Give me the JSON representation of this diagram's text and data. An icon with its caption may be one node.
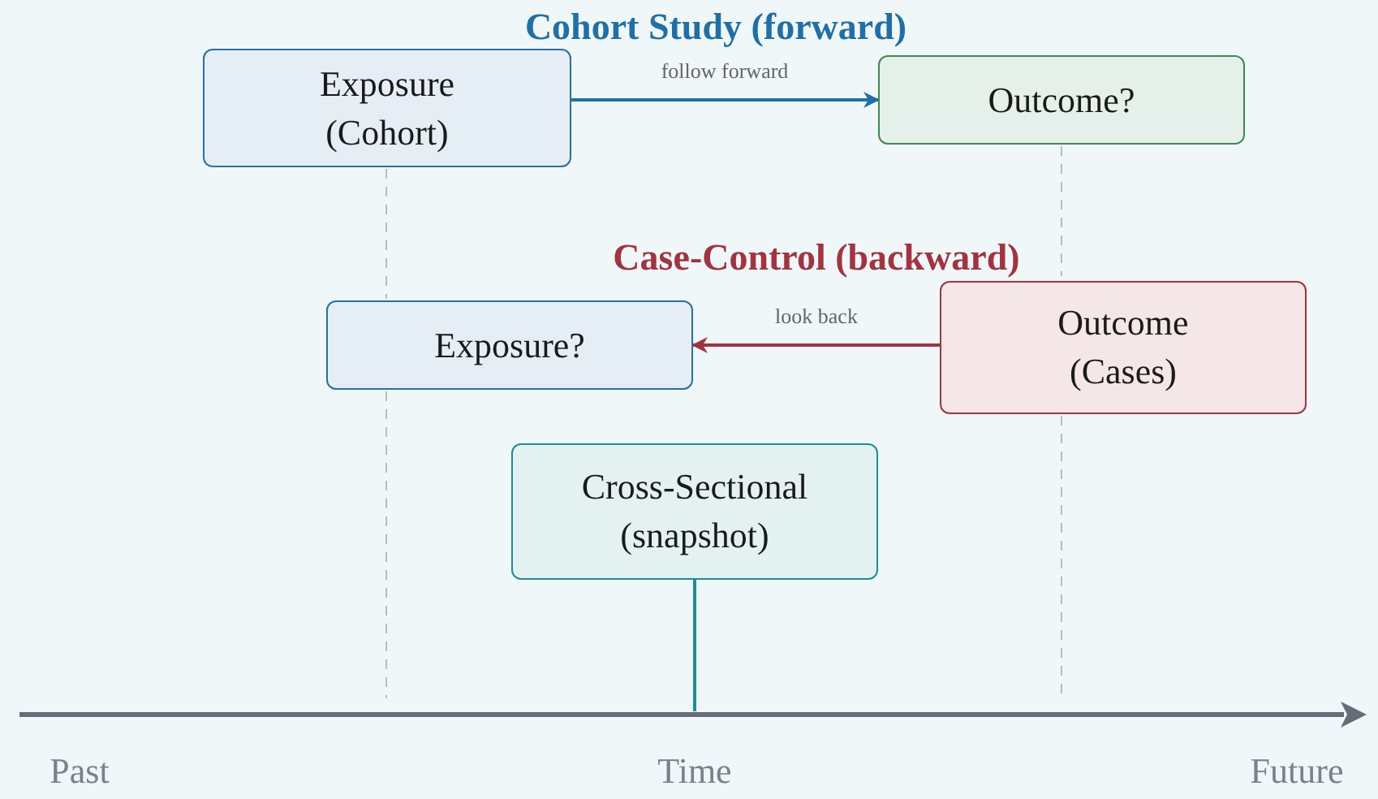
{
  "diagram": {
    "nodes": [
      {
        "text": [
          "Exposure (Cohort)"
        ]
      },
      {
        "text": [
          "Outcome?"
        ]
      },
      {
        "text": [
          "Exposure?"
        ]
      },
      {
        "text": [
          "Outcome (Cases)"
        ]
      },
      {
        "text": [
          "Cross-Sectional (snapshot)"
        ]
      },
      {
        "text": [],
        "shape": "arrow"
      }
    ],
    "edges": [
      {
        "from": 0,
        "to": 1,
        "arrow": "to",
        "label": "follow forward",
        "color": "#1f6fa8"
      },
      {
        "from": 3,
        "to": 2,
        "arrow": "to",
        "label": "look back",
        "color": "#a33340"
      },
      {
        "from": 4,
        "to": 5,
        "arrow": "none",
        "color": "#1a8f94"
      }
    ],
    "labels": [
      "Cohort Study (forward)",
      "Case-Control (backward)",
      "Past",
      "Time",
      "Future"
    ]
  }
}
